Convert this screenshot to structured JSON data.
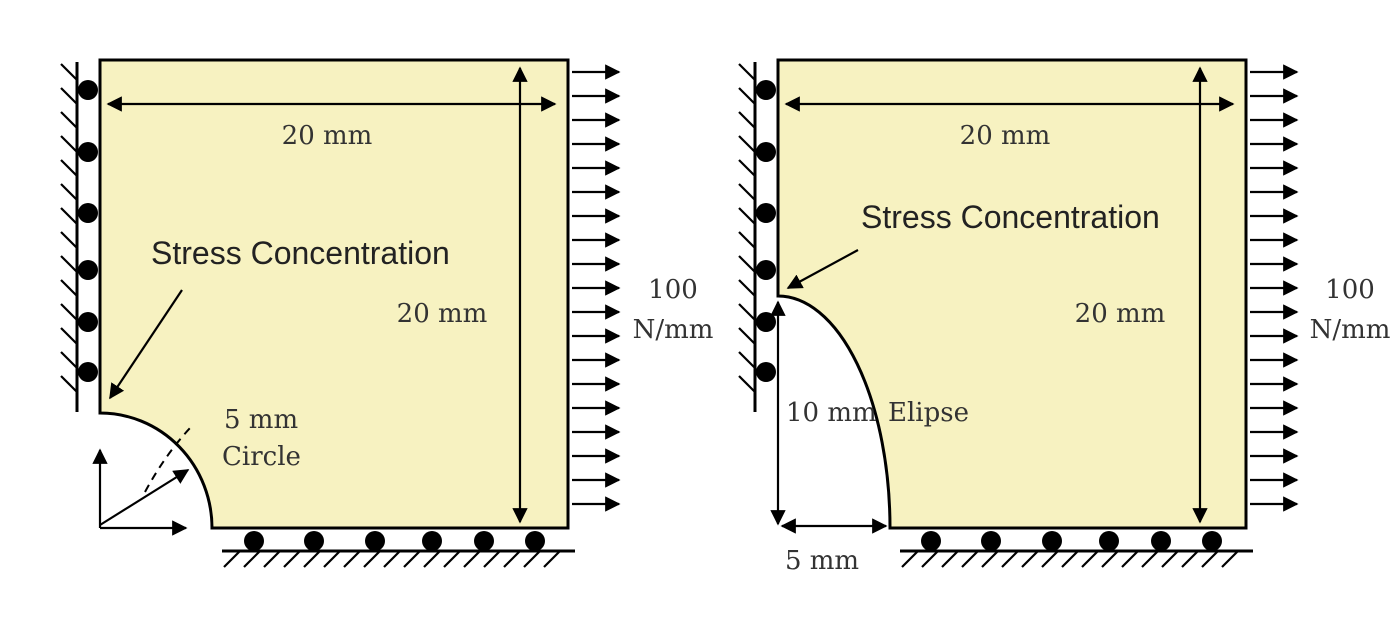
{
  "left_diagram": {
    "width_label": "20 mm",
    "height_label": "20 mm",
    "stress_label": "Stress Concentration",
    "hole_size": "5 mm",
    "hole_type": "Circle",
    "load_value": "100",
    "load_unit": "N/mm"
  },
  "right_diagram": {
    "width_label": "20 mm",
    "height_label": "20 mm",
    "stress_label": "Stress Concentration",
    "ellipse_height": "10 mm",
    "ellipse_type": "Elipse",
    "ellipse_width": "5 mm",
    "load_value": "100",
    "load_unit": "N/mm"
  },
  "colors": {
    "plate_fill": "#f7f2c1",
    "stroke": "#000000"
  }
}
